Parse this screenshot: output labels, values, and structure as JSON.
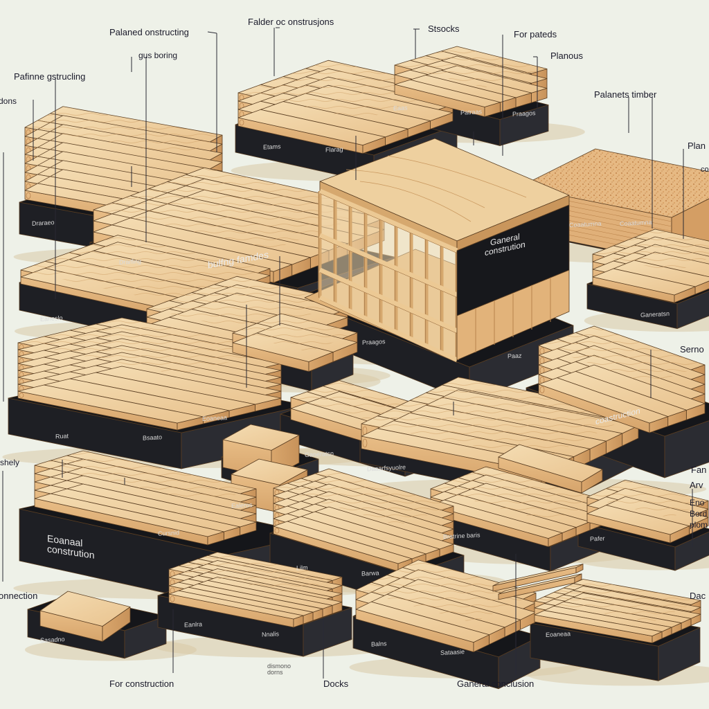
{
  "callouts": {
    "planed_constructing": "Palaned onstructing",
    "folder_constructions": "Falder oc onstrusjons",
    "stocks": "Stsocks",
    "for_pateds": "For pateds",
    "planous": "Planous",
    "gus_boring": "gus boring",
    "pafinne": "Pafinne gstrucling",
    "dons": "dons",
    "planets_timber": "Palanets timber",
    "plan_edge": "Plan",
    "ca_edge": "co",
    "serno": "Serno",
    "shely": "shely",
    "fan": "Fan",
    "arv": "Arv",
    "eno": "Eno",
    "bord": "Bord",
    "plom": "plom",
    "daco": "Dac",
    "onnection": "onnection",
    "for_construction": "For construction",
    "docks": "Docks",
    "general_conclusion": "Ganeral conclusion",
    "diamond_dons": "dismono\ndorns"
  },
  "plinths": {
    "building_facades": "bulfng famdes",
    "general_construction_house": "Ganeral\nconstrution",
    "general_construction_left": "Eoanaal\nconstrution",
    "construction_right": "coastruction",
    "small_1": "Draraeo",
    "small_2": "Drarfing",
    "small_3": "Eaneslo",
    "small_4": "Etams",
    "small_5": "Flarag",
    "small_6": "Eaas",
    "small_7": "Patraas",
    "small_8": "Praagos",
    "small_9": "Paaz",
    "small_10": "Coaatumna",
    "small_11": "Ganeratsn",
    "small_12": "Daaarfsyuolre",
    "small_13": "Bratrine baris",
    "small_14": "Lilm",
    "small_15": "Barwa",
    "small_16": "Cursnid",
    "small_17": "Eanlra",
    "small_18": "Nnalis",
    "small_19": "Balns",
    "small_20": "Sataasie",
    "small_21": "Sasadno",
    "small_22": "Ealeros",
    "small_23": "Pafer",
    "small_24": "Ruat",
    "small_25": "Bsaato",
    "small_26": "Eoaneaa"
  },
  "colors": {
    "background": "#eef1e8",
    "plinth": "#1c1d21",
    "wood_light": "#f1d5a6",
    "wood_mid": "#e3b77f",
    "wood_dark": "#c48f58",
    "leader": "#2a2a35"
  }
}
